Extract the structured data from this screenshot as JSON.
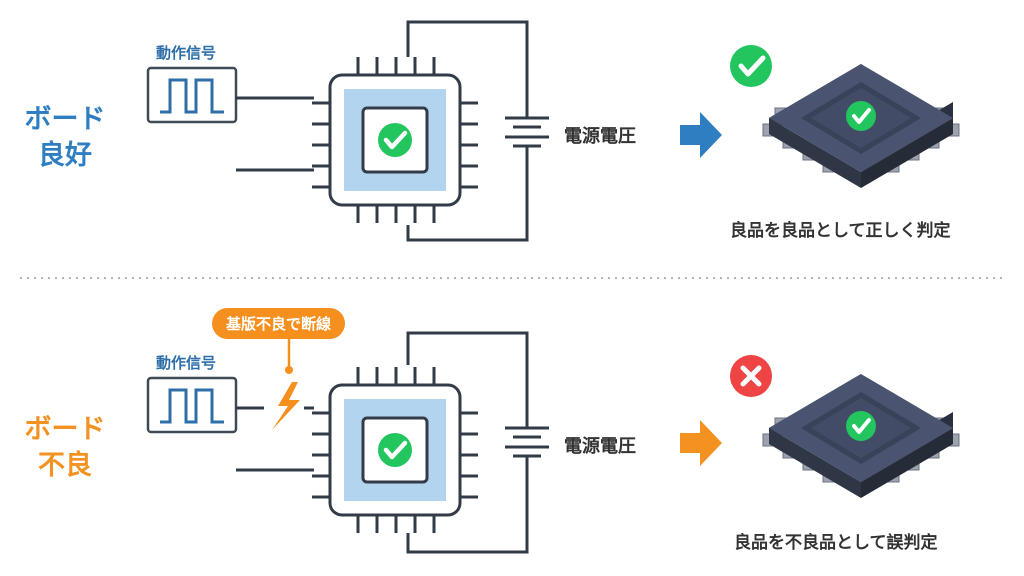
{
  "colors": {
    "good": "#2e7ec1",
    "bad": "#f39220",
    "line": "#333b48",
    "signal_box": "#3d4b59",
    "chip_inner": "#b3d4ee",
    "check_green": "#22c55e",
    "cross_red": "#ef4444",
    "fault_orange": "#f5901e",
    "divider": "#b5b5b5"
  },
  "good": {
    "board_label_line1": "ボード",
    "board_label_line2": "良好",
    "signal_label": "動作信号",
    "power_label": "電源電圧",
    "result_label": "良品を良品として正しく判定",
    "status_icon": "check-circle-icon",
    "arrow_icon": "arrow-right-icon"
  },
  "bad": {
    "board_label_line1": "ボード",
    "board_label_line2": "不良",
    "fault_tag": "基版不良で断線",
    "signal_label": "動作信号",
    "power_label": "電源電圧",
    "result_label": "良品を不良品として誤判定",
    "status_icon": "cross-circle-icon",
    "arrow_icon": "arrow-right-icon",
    "fault_icon": "lightning-icon"
  }
}
